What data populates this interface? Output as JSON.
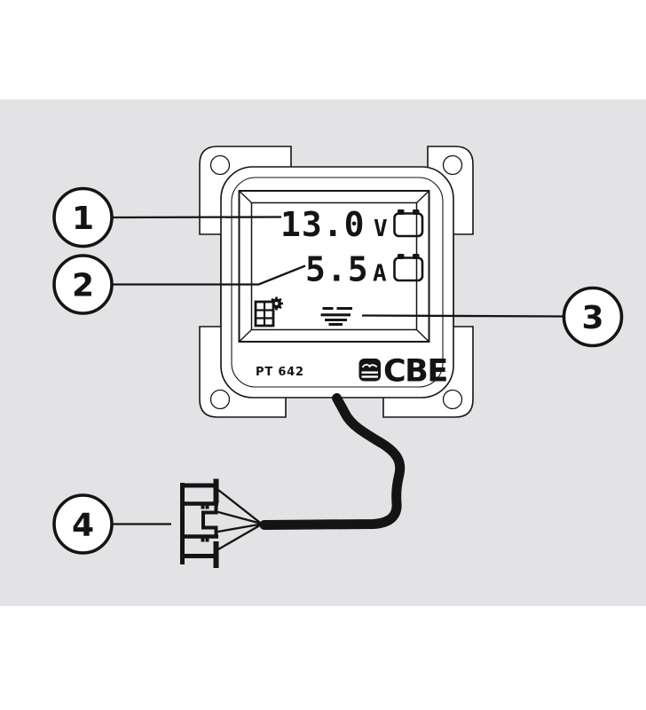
{
  "colors": {
    "band": "#e3e3e5",
    "ink": "#141414",
    "panel": "#ffffff"
  },
  "device": {
    "model_label": "PT 642",
    "brand": "CBE"
  },
  "display": {
    "line1": {
      "value": "13.0",
      "unit": "V",
      "icon": "battery-icon"
    },
    "line2": {
      "value": "5.5",
      "unit": "A",
      "icon": "battery-icon"
    },
    "bottom_icons": [
      {
        "icon": "solar-panel-icon"
      },
      {
        "icon": "ground-symbol-icon"
      }
    ]
  },
  "callouts": [
    {
      "number": "1",
      "points_to": "voltage-reading"
    },
    {
      "number": "2",
      "points_to": "current-reading"
    },
    {
      "number": "3",
      "points_to": "ground-symbol"
    },
    {
      "number": "4",
      "points_to": "wiring-connector"
    }
  ],
  "connector": {
    "icon": "wiring-connector-icon"
  }
}
